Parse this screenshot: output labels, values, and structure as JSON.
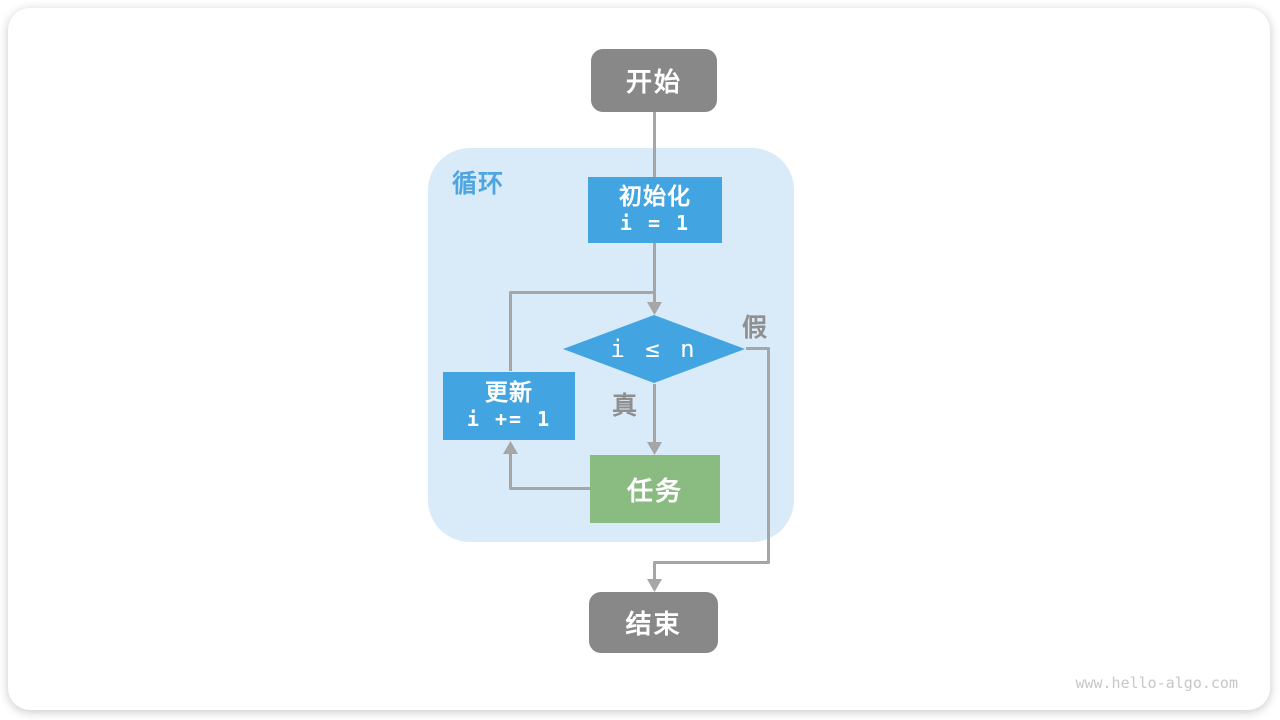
{
  "diagram": {
    "nodes": {
      "start": {
        "label": "开始"
      },
      "init": {
        "title": "初始化",
        "code": "i = 1"
      },
      "condition": {
        "label": "i ≤ n"
      },
      "update": {
        "title": "更新",
        "code": "i += 1"
      },
      "task": {
        "label": "任务"
      },
      "end": {
        "label": "结束"
      }
    },
    "labels": {
      "loop": "循环",
      "true": "真",
      "false": "假"
    },
    "colors": {
      "process_blue": "#42A5E2",
      "task_green": "#8ABB80",
      "terminal_gray": "#888888",
      "loop_container_blue": "#D9EAF8",
      "connector_gray": "#A6A6A6",
      "edge_label_gray": "#8F8F8F",
      "loop_label_blue": "#4FA5E0",
      "watermark_gray": "#C7C7C7"
    }
  },
  "watermark": "www.hello-algo.com"
}
